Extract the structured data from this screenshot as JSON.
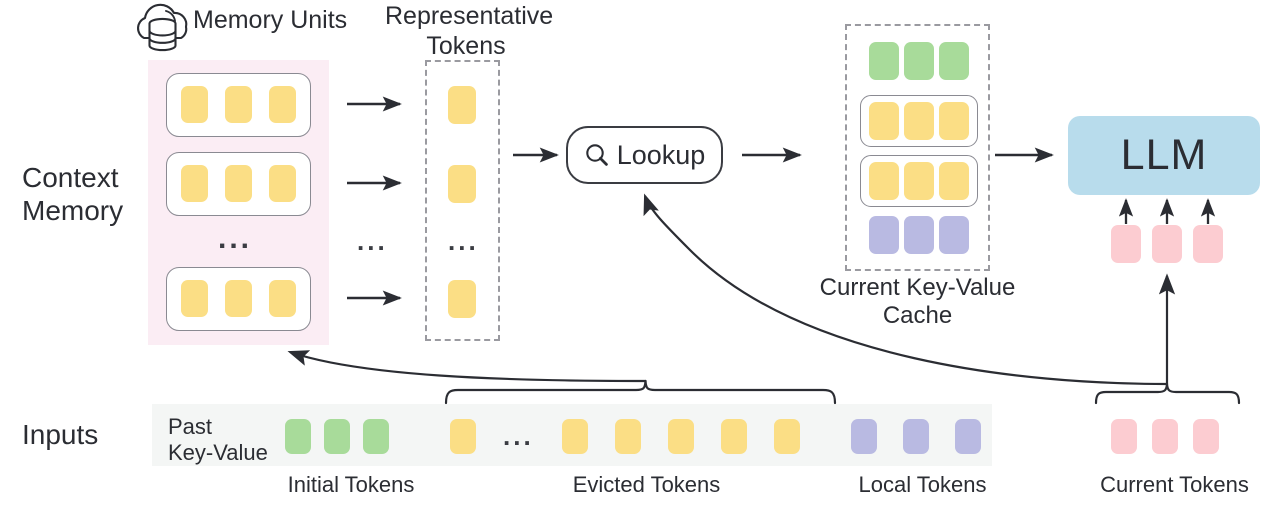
{
  "diagram": {
    "title_icon": "cloud-database-icon",
    "row_labels": {
      "context_memory": "Context\nMemory",
      "inputs": "Inputs"
    },
    "headings": {
      "memory_units": "Memory Units",
      "representative_tokens": "Representative\nTokens",
      "current_kv_cache": "Current Key-Value\nCache"
    },
    "lookup": {
      "label": "Lookup",
      "icon": "search-icon"
    },
    "llm": {
      "label": "LLM"
    },
    "inputs": {
      "past_kv_label": "Past\nKey-Value",
      "ellipsis": "...",
      "group_labels": {
        "initial": "Initial Tokens",
        "evicted": "Evicted Tokens",
        "local": "Local Tokens",
        "current": "Current Tokens"
      },
      "sequence": [
        {
          "color": "green"
        },
        {
          "color": "green"
        },
        {
          "color": "green"
        },
        {
          "color": "yellow"
        },
        {
          "color": "ellipsis"
        },
        {
          "color": "yellow"
        },
        {
          "color": "yellow"
        },
        {
          "color": "yellow"
        },
        {
          "color": "yellow"
        },
        {
          "color": "yellow"
        },
        {
          "color": "purple"
        },
        {
          "color": "purple"
        },
        {
          "color": "purple"
        }
      ],
      "current_tokens": [
        {
          "color": "pink"
        },
        {
          "color": "pink"
        },
        {
          "color": "pink"
        }
      ]
    },
    "context_memory": {
      "ellipsis": "...",
      "units": [
        {
          "tokens": [
            "yellow",
            "yellow",
            "yellow"
          ]
        },
        {
          "tokens": [
            "yellow",
            "yellow",
            "yellow"
          ]
        },
        {
          "tokens": [
            "yellow",
            "yellow",
            "yellow"
          ]
        }
      ]
    },
    "representative_tokens": {
      "ellipsis": "...",
      "tokens": [
        "yellow",
        "yellow",
        "yellow"
      ]
    },
    "arrow_column_ellipsis": "...",
    "kv_cache": {
      "rows": [
        {
          "boxed": false,
          "tokens": [
            "green",
            "green",
            "green"
          ]
        },
        {
          "boxed": true,
          "tokens": [
            "yellow",
            "yellow",
            "yellow"
          ]
        },
        {
          "boxed": true,
          "tokens": [
            "yellow",
            "yellow",
            "yellow"
          ]
        },
        {
          "boxed": false,
          "tokens": [
            "purple",
            "purple",
            "purple"
          ]
        }
      ]
    },
    "colors": {
      "yellow": "#FBDE85",
      "green": "#A8DB9A",
      "purple": "#B9BAE2",
      "pink": "#FCCCD1",
      "blue": "#B8DCEC",
      "context_panel": "#FBEDF4",
      "inputs_bar": "#F4F6F5",
      "stroke": "#2b2d33",
      "dashed_stroke": "#9a9aa0"
    }
  }
}
